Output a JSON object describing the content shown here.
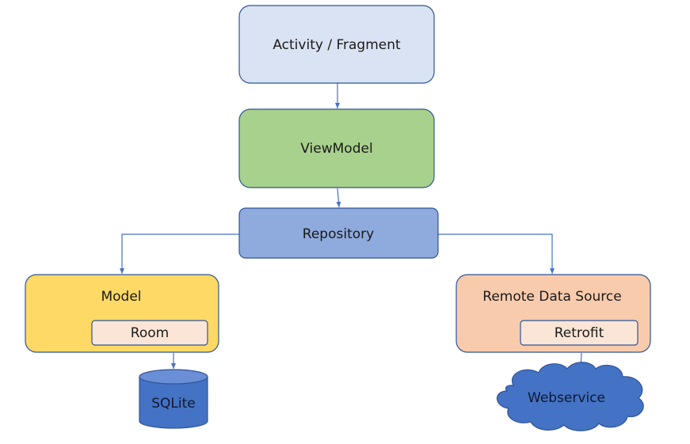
{
  "nodes": {
    "activity": {
      "label": "Activity / Fragment",
      "fill": "#dae3f3",
      "stroke": "#2f5597"
    },
    "viewmodel": {
      "label": "ViewModel",
      "fill": "#a9d18e",
      "stroke": "#2f5597"
    },
    "repository": {
      "label": "Repository",
      "fill": "#8faadc",
      "stroke": "#2f5597"
    },
    "model": {
      "label": "Model",
      "fill": "#ffd966",
      "stroke": "#2f5597"
    },
    "room": {
      "label": "Room",
      "fill": "#fbe5d6",
      "stroke": "#2f5597"
    },
    "remote": {
      "label": "Remote Data Source",
      "fill": "#f8cbad",
      "stroke": "#2f5597"
    },
    "retrofit": {
      "label": "Retrofit",
      "fill": "#fbe5d6",
      "stroke": "#2f5597"
    },
    "sqlite": {
      "label": "SQLite",
      "fill": "#4472c4",
      "stroke": "#2f5597"
    },
    "webservice": {
      "label": "Webservice",
      "fill": "#4472c4",
      "stroke": "#2f5597"
    }
  },
  "edges": [
    {
      "from": "activity",
      "to": "viewmodel"
    },
    {
      "from": "viewmodel",
      "to": "repository"
    },
    {
      "from": "repository",
      "to": "model"
    },
    {
      "from": "repository",
      "to": "remote"
    },
    {
      "from": "room",
      "to": "sqlite"
    },
    {
      "from": "retrofit",
      "to": "webservice"
    }
  ],
  "colors": {
    "connector": "#4472c4"
  }
}
